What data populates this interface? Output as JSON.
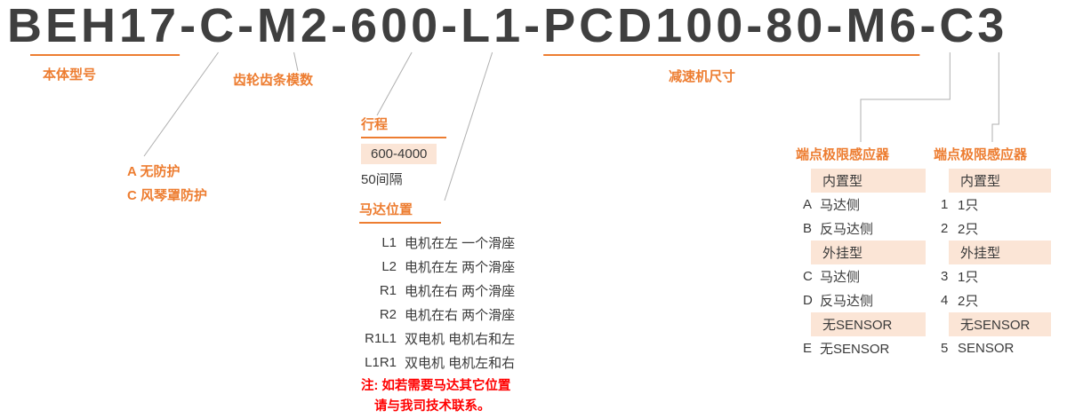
{
  "colors": {
    "accent": "#ED7D31",
    "highlight": "#FBE5D6",
    "title_text": "#3F3F3F",
    "body_text": "#3A3A3A",
    "note": "#FF0000",
    "leader_line": "#AFAFAF"
  },
  "title": {
    "full": "BEH17-C-M2-600-L1-PCD100-80-M6-C3",
    "parts": [
      "BEH17",
      "-",
      "C",
      "-",
      "M2",
      "-",
      "600",
      "-",
      "L1",
      "-",
      "PCD100",
      "-",
      "80",
      "-",
      "M6",
      "-",
      "C3"
    ]
  },
  "labels": {
    "body": "本体型号",
    "gear": "齿轮齿条模数",
    "reducer": "减速机尺寸"
  },
  "protection": {
    "line1": "A 无防护",
    "line2": "C 风琴罩防护"
  },
  "stroke": {
    "title": "行程",
    "range": "600-4000",
    "step": "50间隔"
  },
  "motor": {
    "title": "马达位置",
    "options": [
      {
        "code": "L1",
        "desc": "电机在左 一个滑座"
      },
      {
        "code": "L2",
        "desc": "电机在左 两个滑座"
      },
      {
        "code": "R1",
        "desc": "电机在右 两个滑座"
      },
      {
        "code": "R2",
        "desc": "电机在右 两个滑座"
      },
      {
        "code": "R1L1",
        "desc": "双电机 电机右和左"
      },
      {
        "code": "L1R1",
        "desc": "双电机 电机左和右"
      }
    ],
    "note_line1": "注: 如若需要马达其它位置",
    "note_line2": "请与我司技术联系。"
  },
  "sensor1": {
    "title": "端点极限感应器",
    "items": [
      {
        "kind": "header",
        "text": "内置型"
      },
      {
        "kind": "row",
        "code": "A",
        "desc": "马达侧"
      },
      {
        "kind": "row",
        "code": "B",
        "desc": "反马达侧"
      },
      {
        "kind": "header",
        "text": "外挂型"
      },
      {
        "kind": "row",
        "code": "C",
        "desc": "马达侧"
      },
      {
        "kind": "row",
        "code": "D",
        "desc": "反马达侧"
      },
      {
        "kind": "header",
        "text": "无SENSOR"
      },
      {
        "kind": "row",
        "code": "E",
        "desc": "无SENSOR"
      }
    ]
  },
  "sensor2": {
    "title": "端点极限感应器",
    "items": [
      {
        "kind": "header",
        "text": "内置型"
      },
      {
        "kind": "row",
        "code": "1",
        "desc": "1只"
      },
      {
        "kind": "row",
        "code": "2",
        "desc": "2只"
      },
      {
        "kind": "header",
        "text": "外挂型"
      },
      {
        "kind": "row",
        "code": "3",
        "desc": "1只"
      },
      {
        "kind": "row",
        "code": "4",
        "desc": "2只"
      },
      {
        "kind": "header",
        "text": "无SENSOR"
      },
      {
        "kind": "row",
        "code": "5",
        "desc": "SENSOR"
      }
    ]
  }
}
